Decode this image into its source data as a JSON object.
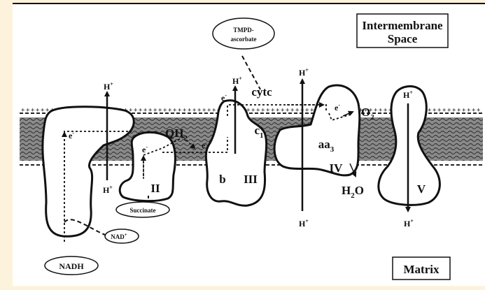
{
  "colors": {
    "background": "#fdf3dd",
    "panel": "#ffffff",
    "membrane_dark": "#555555",
    "ink": "#111111"
  },
  "regions": {
    "intermembrane_line1": "Intermembrane",
    "intermembrane_line2": "Space",
    "matrix": "Matrix"
  },
  "complexes": {
    "c2": "II",
    "c3": "III",
    "c4": "IV",
    "c5": "V",
    "b": "b",
    "c1": "c",
    "c1_sub": "1",
    "aa3": "aa",
    "aa3_sub": "3"
  },
  "molecules": {
    "qh2": "QH",
    "qh2_sub": "2",
    "cytc": "cytc",
    "o2": "O",
    "o2_sub": "2",
    "h2o_h": "H",
    "h2o_sub": "2",
    "h2o_o": "O"
  },
  "ovals": {
    "tmpd_line1": "TMPD-",
    "tmpd_line2": "ascorbate",
    "succinate": "Succinate",
    "nadh": "NADH",
    "nad": "NAD",
    "nad_sup": "+"
  },
  "symbols": {
    "proton": "H",
    "proton_sup": "+",
    "electron": "e",
    "electron_sup": "-"
  },
  "icons": [
    "arrow-up-icon",
    "arrow-down-icon",
    "membrane-icon"
  ]
}
